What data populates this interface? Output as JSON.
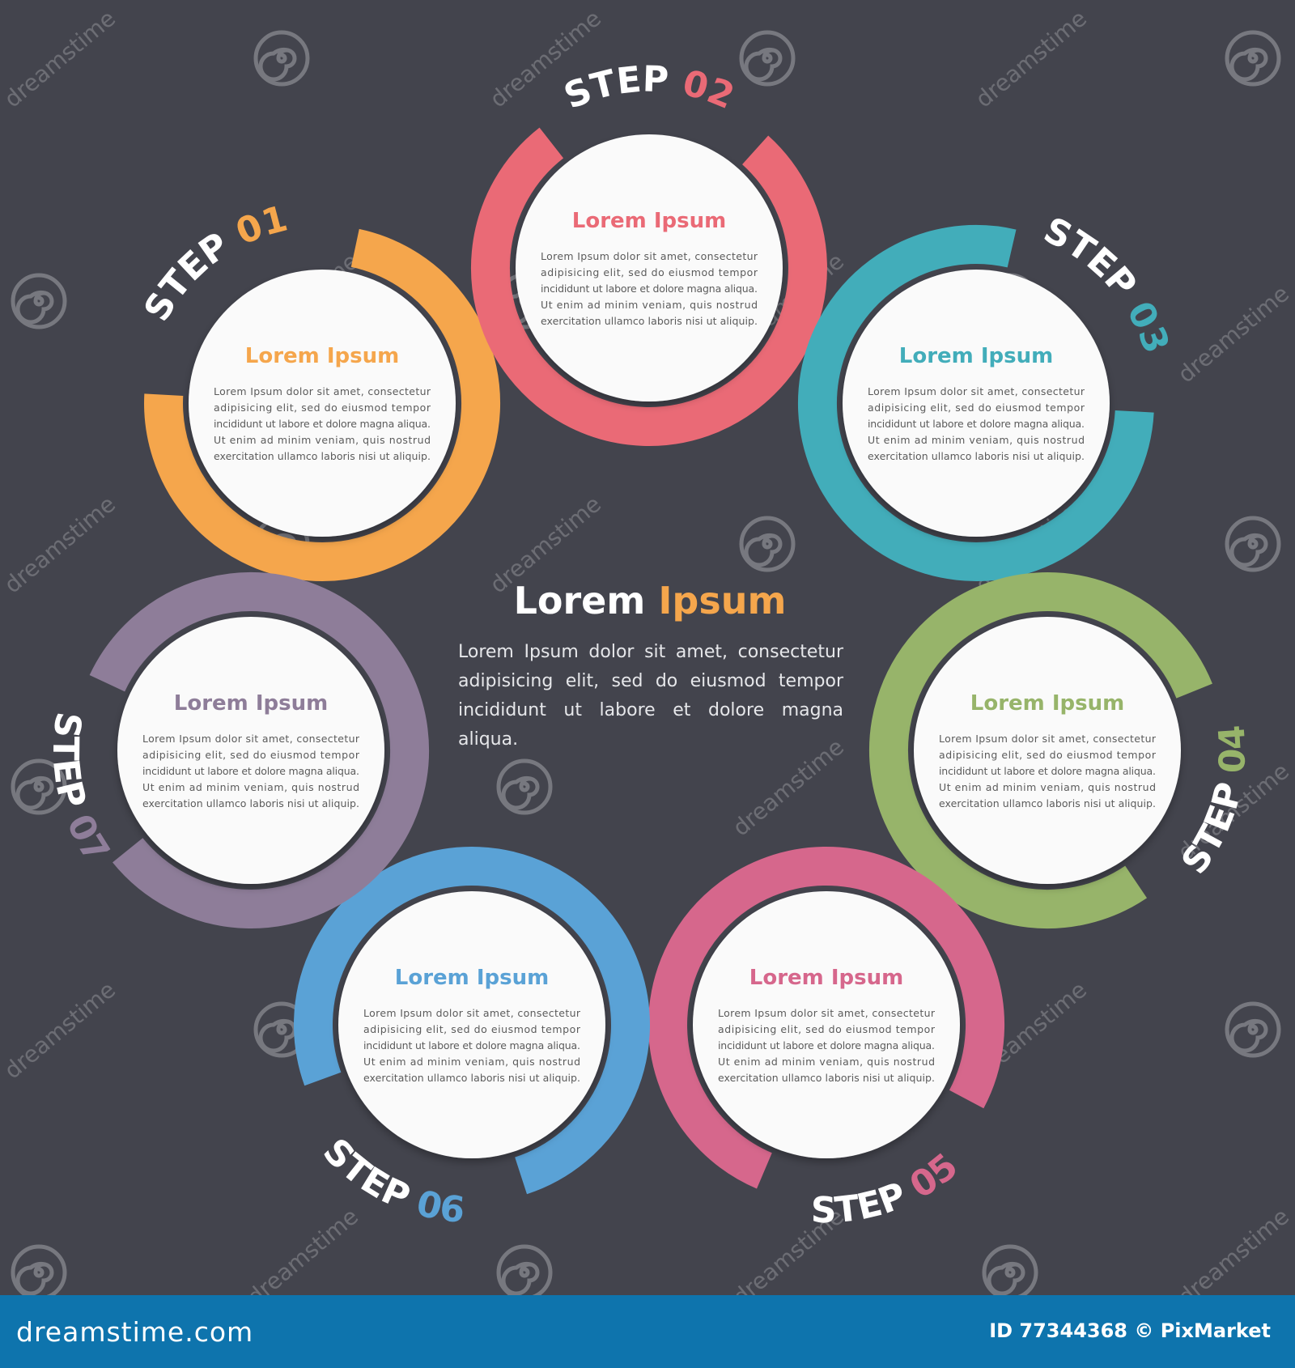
{
  "center": {
    "title_part1": "Lorem",
    "title_part2": "Ipsum",
    "text": "Lorem Ipsum dolor sit amet, consectetur adipisicing elit, sed do eiusmod tempor incididunt ut labore et dolore magna aliqua."
  },
  "steps": [
    {
      "label": "STEP",
      "number": "01",
      "color": "#f5a64c",
      "title": "Lorem Ipsum",
      "body": [
        "Lorem Ipsum dolor sit amet, consectetur",
        "adipisicing elit, sed do eiusmod tempor",
        "incididunt ut labore et dolore magna aliqua.",
        "Ut enim ad minim veniam, quis nostrud",
        "exercitation ullamco laboris nisi ut aliquip."
      ]
    },
    {
      "label": "STEP",
      "number": "02",
      "color": "#ea6a76",
      "title": "Lorem Ipsum",
      "body": [
        "Lorem Ipsum dolor sit amet, consectetur",
        "adipisicing elit, sed do eiusmod tempor",
        "incididunt ut labore et dolore magna aliqua.",
        "Ut enim ad minim veniam, quis nostrud",
        "exercitation ullamco laboris nisi ut aliquip."
      ]
    },
    {
      "label": "STEP",
      "number": "03",
      "color": "#42adba",
      "title": "Lorem Ipsum",
      "body": [
        "Lorem Ipsum dolor sit amet, consectetur",
        "adipisicing elit, sed do eiusmod tempor",
        "incididunt ut labore et dolore magna aliqua.",
        "Ut enim ad minim veniam, quis nostrud",
        "exercitation ullamco laboris nisi ut aliquip."
      ]
    },
    {
      "label": "STEP",
      "number": "04",
      "color": "#97b46a",
      "title": "Lorem Ipsum",
      "body": [
        "Lorem Ipsum dolor sit amet, consectetur",
        "adipisicing elit, sed do eiusmod tempor",
        "incididunt ut labore et dolore magna aliqua.",
        "Ut enim ad minim veniam, quis nostrud",
        "exercitation ullamco laboris nisi ut aliquip."
      ]
    },
    {
      "label": "STEP",
      "number": "05",
      "color": "#d6678c",
      "title": "Lorem Ipsum",
      "body": [
        "Lorem Ipsum dolor sit amet, consectetur",
        "adipisicing elit, sed do eiusmod tempor",
        "incididunt ut labore et dolore magna aliqua.",
        "Ut enim ad minim veniam, quis nostrud",
        "exercitation ullamco laboris nisi ut aliquip."
      ]
    },
    {
      "label": "STEP",
      "number": "06",
      "color": "#5aa2d6",
      "title": "Lorem Ipsum",
      "body": [
        "Lorem Ipsum dolor sit amet, consectetur",
        "adipisicing elit, sed do eiusmod tempor",
        "incididunt ut labore et dolore magna aliqua.",
        "Ut enim ad minim veniam, quis nostrud",
        "exercitation ullamco laboris nisi ut aliquip."
      ]
    },
    {
      "label": "STEP",
      "number": "07",
      "color": "#8e7d99",
      "title": "Lorem Ipsum",
      "body": [
        "Lorem Ipsum dolor sit amet, consectetur",
        "adipisicing elit, sed do eiusmod tempor",
        "incididunt ut labore et dolore magna aliqua.",
        "Ut enim ad minim veniam, quis nostrud",
        "exercitation ullamco laboris nisi ut aliquip."
      ]
    }
  ],
  "watermark": {
    "text": "dreamstime",
    "icon": "spiral-icon"
  },
  "footer": {
    "logo": "dreamstime.com",
    "id_text": "ID 77344368 © PixMarket"
  },
  "colors": {
    "background": "#43444d",
    "footer": "#0e74ad",
    "card": "#fafafa",
    "card_text": "#5b5b5b"
  }
}
